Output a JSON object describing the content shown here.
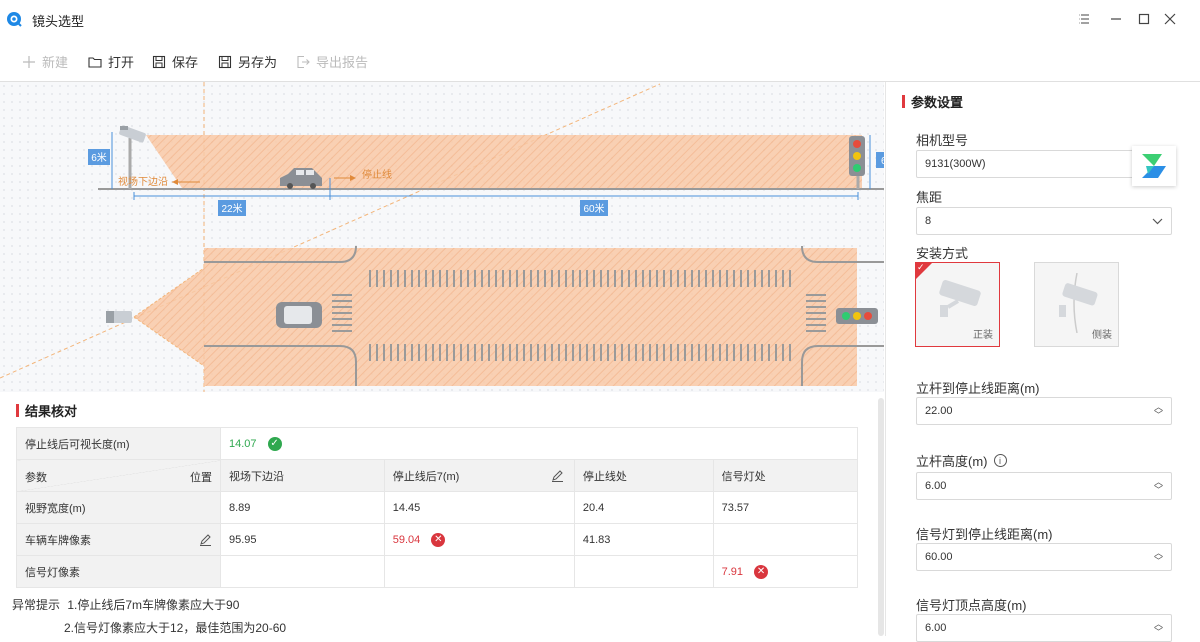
{
  "window": {
    "title": "镜头选型"
  },
  "toolbar": {
    "new": "新建",
    "open": "打开",
    "save": "保存",
    "save_as": "另存为",
    "export": "导出报告"
  },
  "diagram": {
    "side": {
      "pole_height": "6米",
      "stop_height": "6",
      "lower_edge": "视场下边沿",
      "stop_line": "停止线",
      "dist1": "22米",
      "dist2": "60米"
    }
  },
  "results": {
    "title": "结果核对",
    "visible_length_label": "停止线后可视长度(m)",
    "visible_length_value": "14.07",
    "header": {
      "param": "参数",
      "position": "位置",
      "col1": "视场下边沿",
      "col2": "停止线后7(m)",
      "col3": "停止线处",
      "col4": "信号灯处"
    },
    "rows": [
      {
        "label": "视野宽度(m)",
        "values": [
          "8.89",
          "14.45",
          "20.4",
          "73.57"
        ]
      },
      {
        "label": "车辆车牌像素",
        "values": [
          "95.95",
          "59.04",
          "41.83",
          ""
        ]
      },
      {
        "label": "信号灯像素",
        "values": [
          "",
          "",
          "",
          "7.91"
        ]
      }
    ],
    "warn_label": "异常提示",
    "warn1": "1.停止线后7m车牌像素应大于90",
    "warn2": "2.信号灯像素应大于12，最佳范围为20-60"
  },
  "params": {
    "title": "参数设置",
    "camera_model_label": "相机型号",
    "camera_model_value": "9131(300W)",
    "focal_label": "焦距",
    "focal_value": "8",
    "mount_label": "安装方式",
    "mount_normal": "正装",
    "mount_side": "侧装",
    "pole_to_stop_label": "立杆到停止线距离(m)",
    "pole_to_stop_value": "22.00",
    "pole_height_label": "立杆高度(m)",
    "pole_height_value": "6.00",
    "light_to_stop_label": "信号灯到停止线距离(m)",
    "light_to_stop_value": "60.00",
    "light_top_label": "信号灯顶点高度(m)",
    "light_top_value": "6.00"
  },
  "colors": {
    "accent": "#e0393e",
    "fov": "#f5a970",
    "ok": "#2fa84f",
    "error": "#d9363e",
    "dim_blue": "#4a90d9"
  }
}
